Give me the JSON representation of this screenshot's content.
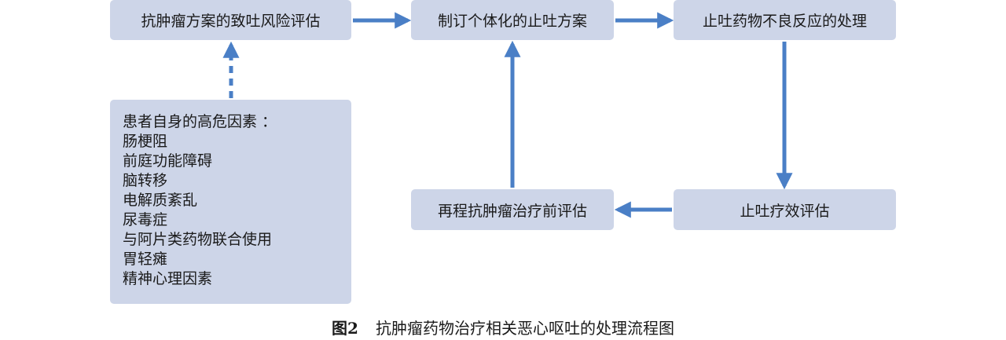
{
  "boxes": {
    "risk_assessment": "抗肿瘤方案的致吐风险评估",
    "individual_plan": "制订个体化的止吐方案",
    "adverse_reaction": "止吐药物不良反应的处理",
    "pre_treatment_eval": "再程抗肿瘤治疗前评估",
    "efficacy_eval": "止吐疗效评估"
  },
  "risk_factors": {
    "title": "患者自身的高危因素 ：",
    "items": [
      "肠梗阻",
      "前庭功能障碍",
      "脑转移",
      "电解质紊乱",
      "尿毒症",
      "与阿片类药物联合使用",
      "胃轻瘫",
      "精神心理因素"
    ]
  },
  "caption": {
    "number": "图2",
    "text": "抗肿瘤药物治疗相关恶心呕吐的处理流程图"
  },
  "colors": {
    "box_fill": "#cdd5e8",
    "arrow": "#4a7fc6"
  }
}
